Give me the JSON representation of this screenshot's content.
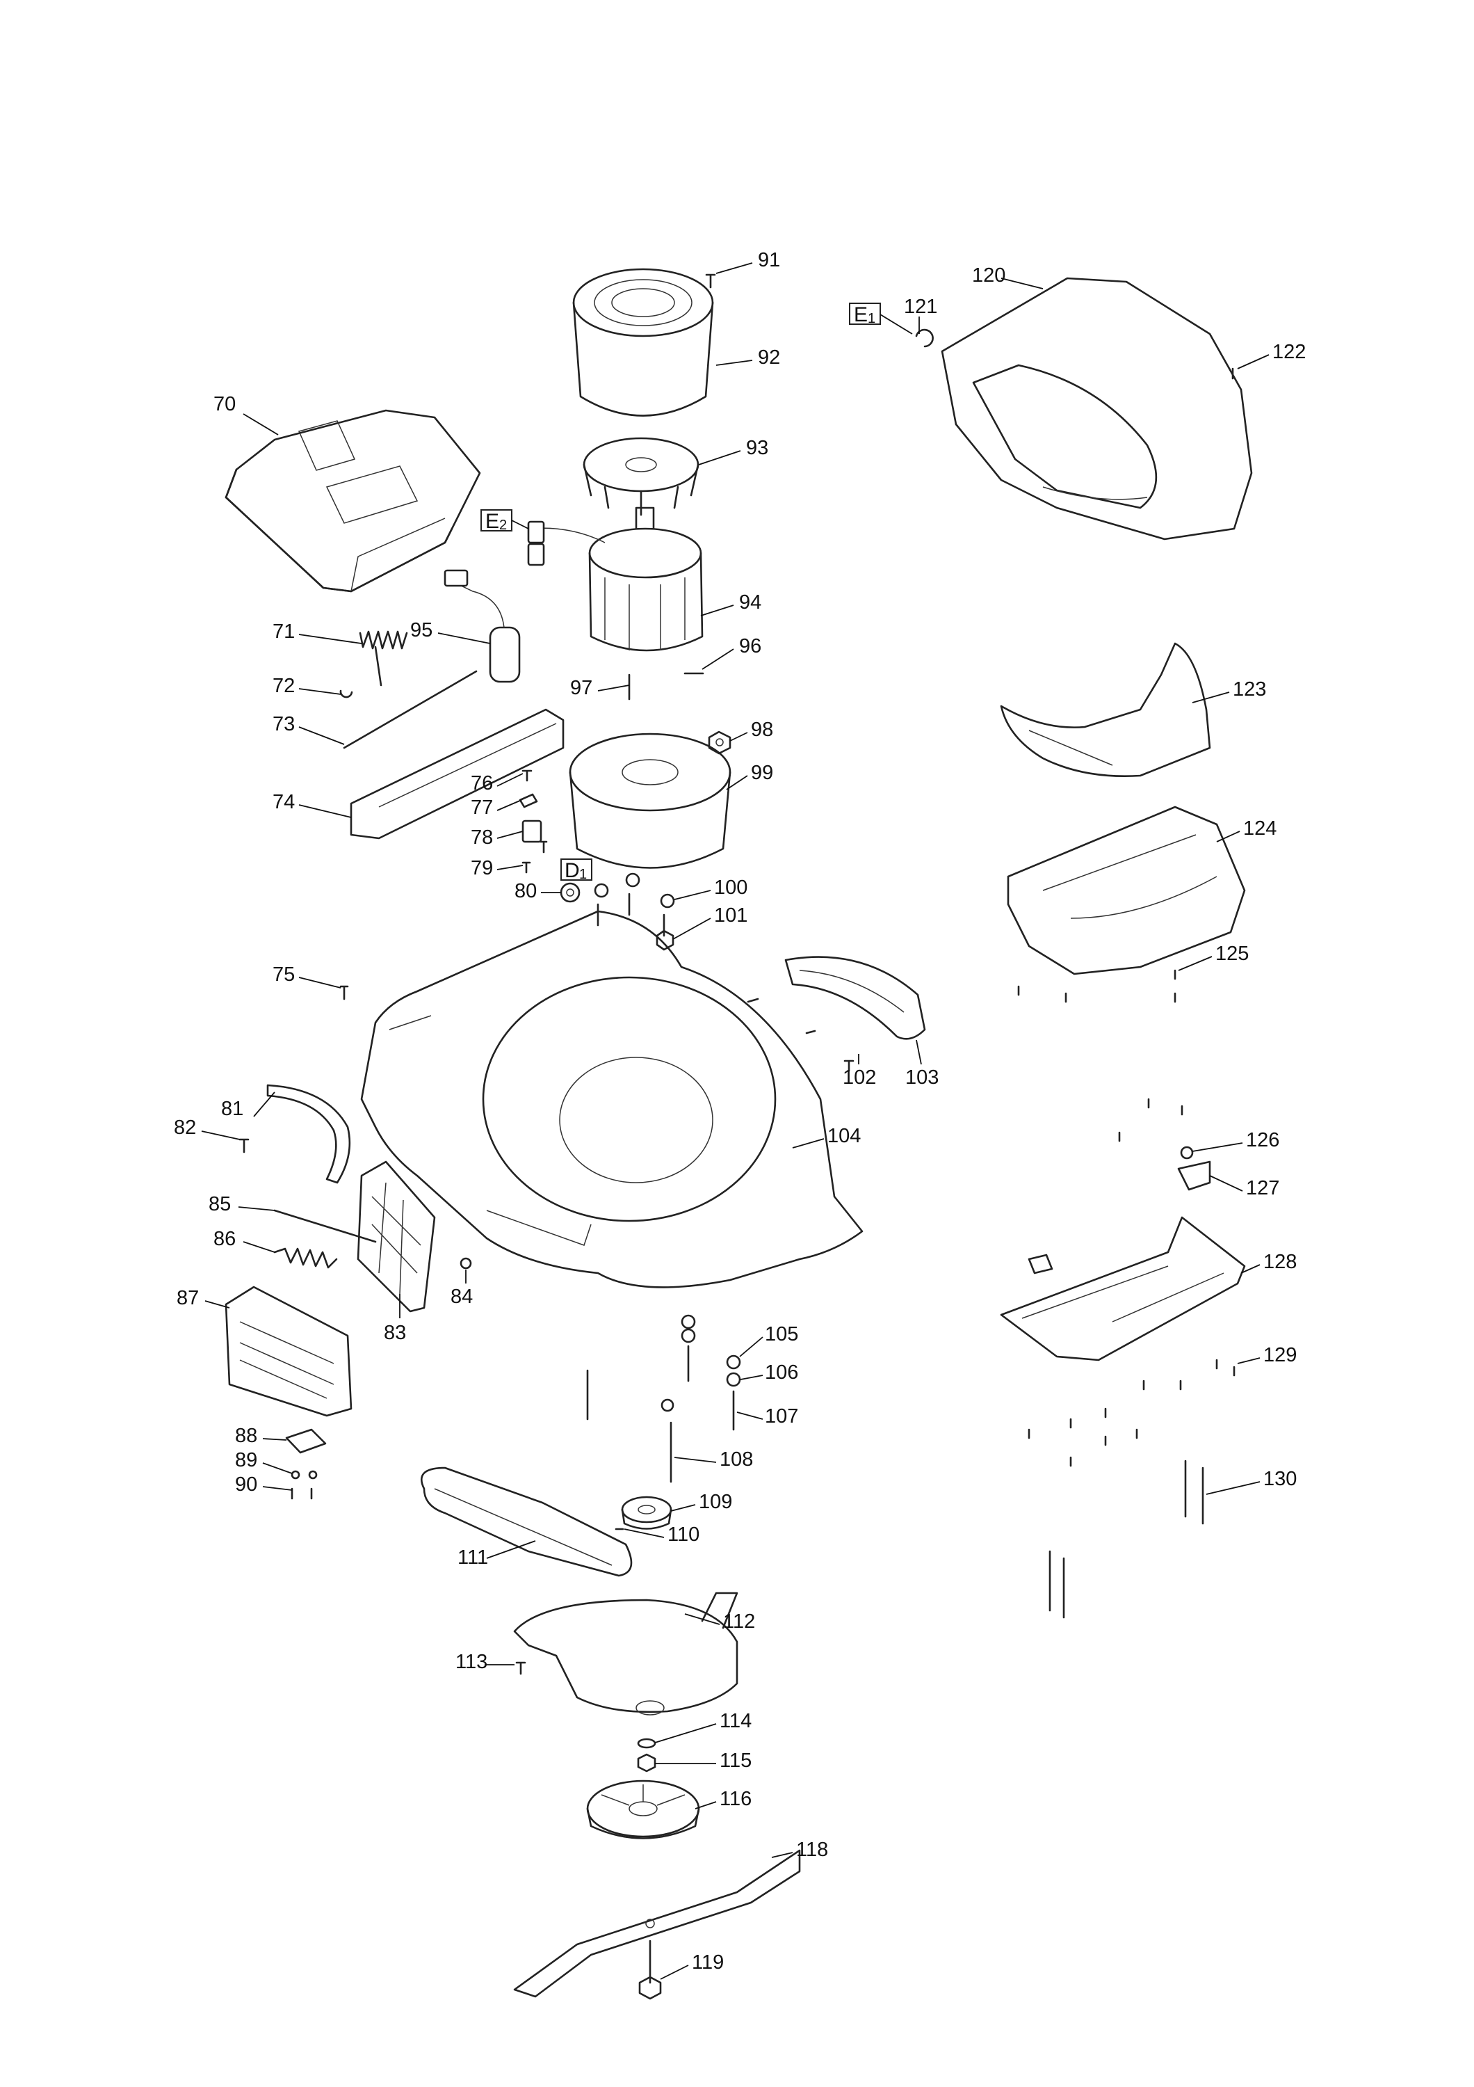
{
  "labels": [
    {
      "id": "70",
      "text": "70"
    },
    {
      "id": "71",
      "text": "71"
    },
    {
      "id": "72",
      "text": "72"
    },
    {
      "id": "73",
      "text": "73"
    },
    {
      "id": "74",
      "text": "74"
    },
    {
      "id": "75",
      "text": "75"
    },
    {
      "id": "76",
      "text": "76"
    },
    {
      "id": "77",
      "text": "77"
    },
    {
      "id": "78",
      "text": "78"
    },
    {
      "id": "79",
      "text": "79"
    },
    {
      "id": "80",
      "text": "80"
    },
    {
      "id": "81",
      "text": "81"
    },
    {
      "id": "82",
      "text": "82"
    },
    {
      "id": "83",
      "text": "83"
    },
    {
      "id": "84",
      "text": "84"
    },
    {
      "id": "85",
      "text": "85"
    },
    {
      "id": "86",
      "text": "86"
    },
    {
      "id": "87",
      "text": "87"
    },
    {
      "id": "88",
      "text": "88"
    },
    {
      "id": "89",
      "text": "89"
    },
    {
      "id": "90",
      "text": "90"
    },
    {
      "id": "91",
      "text": "91"
    },
    {
      "id": "92",
      "text": "92"
    },
    {
      "id": "93",
      "text": "93"
    },
    {
      "id": "94",
      "text": "94"
    },
    {
      "id": "95",
      "text": "95"
    },
    {
      "id": "96",
      "text": "96"
    },
    {
      "id": "97",
      "text": "97"
    },
    {
      "id": "98",
      "text": "98"
    },
    {
      "id": "99",
      "text": "99"
    },
    {
      "id": "100",
      "text": "100"
    },
    {
      "id": "101",
      "text": "101"
    },
    {
      "id": "102",
      "text": "102"
    },
    {
      "id": "103",
      "text": "103"
    },
    {
      "id": "104",
      "text": "104"
    },
    {
      "id": "105",
      "text": "105"
    },
    {
      "id": "106",
      "text": "106"
    },
    {
      "id": "107",
      "text": "107"
    },
    {
      "id": "108",
      "text": "108"
    },
    {
      "id": "109",
      "text": "109"
    },
    {
      "id": "110",
      "text": "110"
    },
    {
      "id": "111",
      "text": "111"
    },
    {
      "id": "112",
      "text": "112"
    },
    {
      "id": "113",
      "text": "113"
    },
    {
      "id": "114",
      "text": "114"
    },
    {
      "id": "115",
      "text": "115"
    },
    {
      "id": "116",
      "text": "116"
    },
    {
      "id": "118",
      "text": "118"
    },
    {
      "id": "119",
      "text": "119"
    },
    {
      "id": "120",
      "text": "120"
    },
    {
      "id": "121",
      "text": "121"
    },
    {
      "id": "122",
      "text": "122"
    },
    {
      "id": "123",
      "text": "123"
    },
    {
      "id": "124",
      "text": "124"
    },
    {
      "id": "125",
      "text": "125"
    },
    {
      "id": "126",
      "text": "126"
    },
    {
      "id": "127",
      "text": "127"
    },
    {
      "id": "128",
      "text": "128"
    },
    {
      "id": "129",
      "text": "129"
    },
    {
      "id": "130",
      "text": "130"
    }
  ],
  "reference_boxes": [
    {
      "id": "E1",
      "letter": "E",
      "sub": "1"
    },
    {
      "id": "E2",
      "letter": "E",
      "sub": "2"
    },
    {
      "id": "D1",
      "letter": "D",
      "sub": "1"
    }
  ]
}
